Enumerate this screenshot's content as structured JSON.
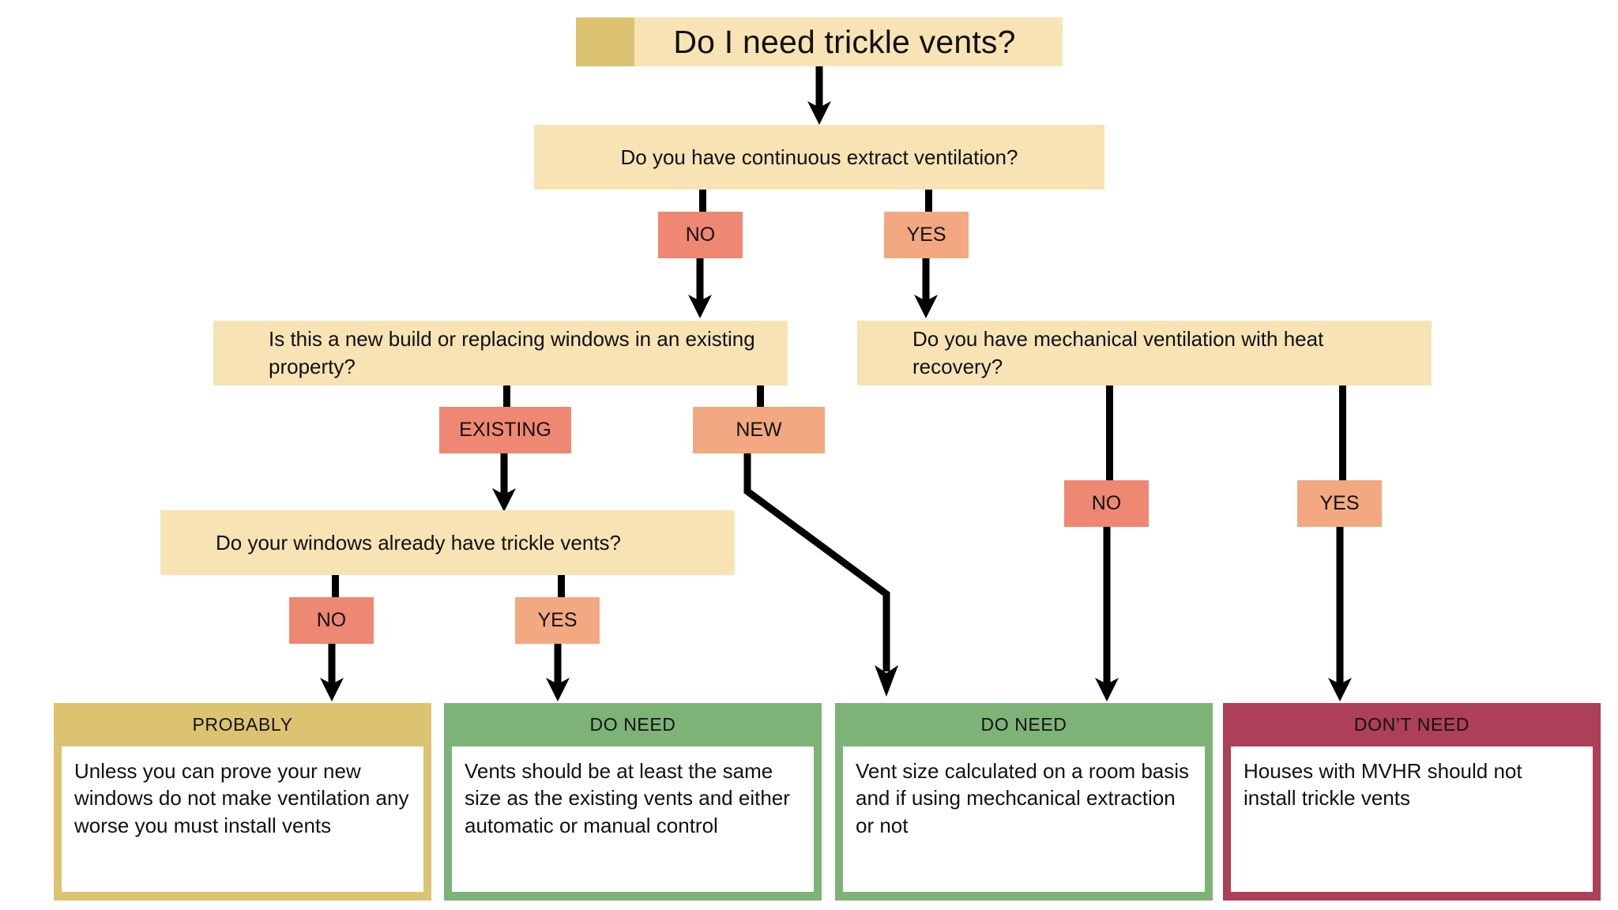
{
  "diagram": {
    "title": "Do I need trickle vents?",
    "type": "decision-flowchart",
    "colors": {
      "question_fill": "#F7E3B4",
      "title_swatch": "#DCC372",
      "answer_no": "#EE8873",
      "answer_yes": "#F2A881",
      "result_probably": "#DCC372",
      "result_do_need": "#7EB377",
      "result_dont_need": "#AD3F58",
      "card_body": "#FFFFFF",
      "connector": "#000000",
      "background": "#FFFFFF"
    }
  },
  "questions": {
    "q1": "Do you have continuous extract ventilation?",
    "q2_left": "Is this a new build or replacing windows in an existing property?",
    "q2_right": "Do you have mechanical ventilation with heat recovery?",
    "q3_left": "Do your windows already have trickle vents?"
  },
  "answers": {
    "q1_no": "NO",
    "q1_yes": "YES",
    "q2_left_existing": "EXISTING",
    "q2_left_new": "NEW",
    "q3_left_no": "NO",
    "q3_left_yes": "YES",
    "q2_right_no": "NO",
    "q2_right_yes": "YES"
  },
  "results": [
    {
      "id": "probably",
      "header": "PROBABLY",
      "body": "Unless you can prove your new windows do not make ventilation any worse you must install vents"
    },
    {
      "id": "do-need-existing",
      "header": "DO NEED",
      "body": "Vents should be at least the same size as the existing vents and either automatic or manual control"
    },
    {
      "id": "do-need-new",
      "header": "DO NEED",
      "body": "Vent size calculated on a room basis and if using mechcanical extraction or not"
    },
    {
      "id": "dont-need",
      "header": "DON’T NEED",
      "body": "Houses with MVHR should not install trickle vents"
    }
  ]
}
